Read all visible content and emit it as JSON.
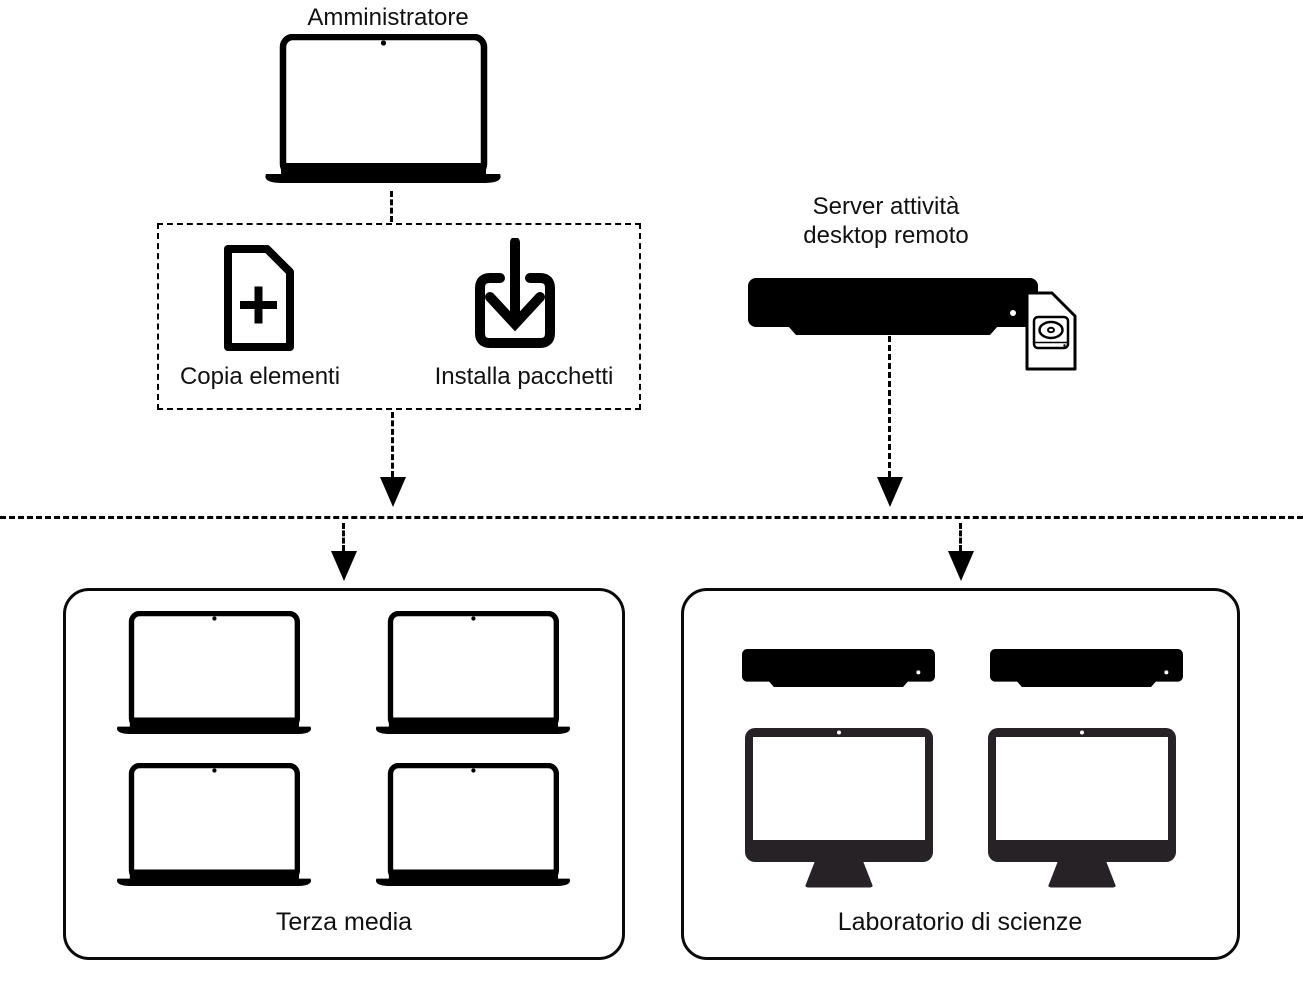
{
  "diagram": {
    "title_implicit": "Apple Remote Desktop distribution diagram",
    "colors": {
      "background": "#ffffff",
      "ink": "#000000",
      "text": "#111111",
      "imac_body": "#262226"
    },
    "admin": {
      "label": "Amministratore",
      "device": "macbook-icon"
    },
    "actions_group": {
      "border_style": "dashed",
      "items": [
        {
          "label": "Copia elementi",
          "icon": "document-plus-icon"
        },
        {
          "label": "Installa pacchetti",
          "icon": "install-package-icon"
        }
      ]
    },
    "task_server": {
      "label_line1": "Server attività",
      "label_line2": "desktop remoto",
      "icons": [
        "server-icon",
        "disk-image-icon"
      ]
    },
    "network": {
      "style": "dashed-horizontal-line",
      "arrows_into_network": 2,
      "arrows_out_of_network": 2
    },
    "groups": [
      {
        "label": "Terza media",
        "devices": [
          "macbook-icon",
          "macbook-icon",
          "macbook-icon",
          "macbook-icon"
        ]
      },
      {
        "label": "Laboratorio di scienze",
        "devices": [
          "server-icon",
          "server-icon",
          "imac-icon",
          "imac-icon"
        ]
      }
    ]
  }
}
